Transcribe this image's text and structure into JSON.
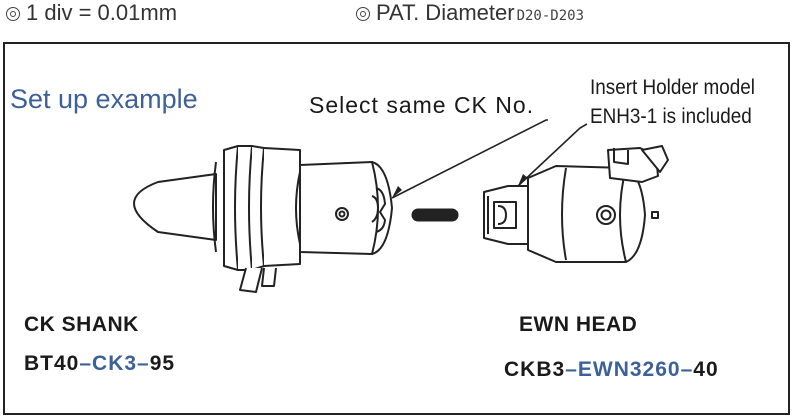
{
  "specs": {
    "division": "1 div = 0.01mm",
    "pat_label": "PAT. Diameter",
    "pat_range": "D20-D203"
  },
  "setup_title": "Set up example",
  "callout": "Select same CK No.",
  "insert_note": {
    "line1": "Insert Holder model",
    "line2": "ENH3-1 is included"
  },
  "shank": {
    "title": "CK SHANK",
    "code_prefix": "BT40",
    "code_mid": "–CK3–",
    "code_suffix": "95"
  },
  "head": {
    "title": "EWN HEAD",
    "code_prefix": "CKB3",
    "code_mid": "–EWN3260–",
    "code_suffix": "40"
  },
  "colors": {
    "accent": "#3d6099",
    "outline": "#222222"
  }
}
